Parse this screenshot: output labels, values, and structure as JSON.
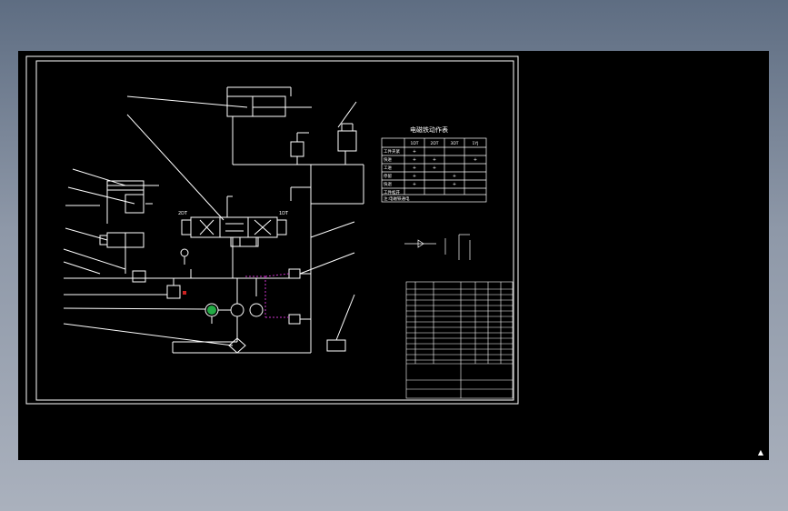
{
  "table_title": "电磁铁动作表",
  "table_headers": [
    "1DT",
    "2DT",
    "3DT",
    "1YJ"
  ],
  "table_rows": [
    {
      "label": "工件夹紧",
      "marks": [
        "+",
        "",
        "",
        ""
      ]
    },
    {
      "label": "快进",
      "marks": [
        "+",
        "+",
        "",
        "+"
      ]
    },
    {
      "label": "工进",
      "marks": [
        "+",
        "+",
        "",
        ""
      ]
    },
    {
      "label": "停留",
      "marks": [
        "+",
        "",
        "+",
        ""
      ]
    },
    {
      "label": "快退",
      "marks": [
        "+",
        "",
        "+",
        ""
      ]
    },
    {
      "label": "工件松开",
      "marks": [
        "",
        "",
        "",
        ""
      ]
    }
  ],
  "table_note": "注:电磁铁通电",
  "solenoid_labels": [
    "2DT",
    "1DT"
  ],
  "colors": {
    "lines": "#ffffff",
    "pilot_line": "#cc33cc",
    "pump_fill": "#22aa44",
    "relief_mark": "#cc2222"
  },
  "corner_icon": "warning-icon"
}
